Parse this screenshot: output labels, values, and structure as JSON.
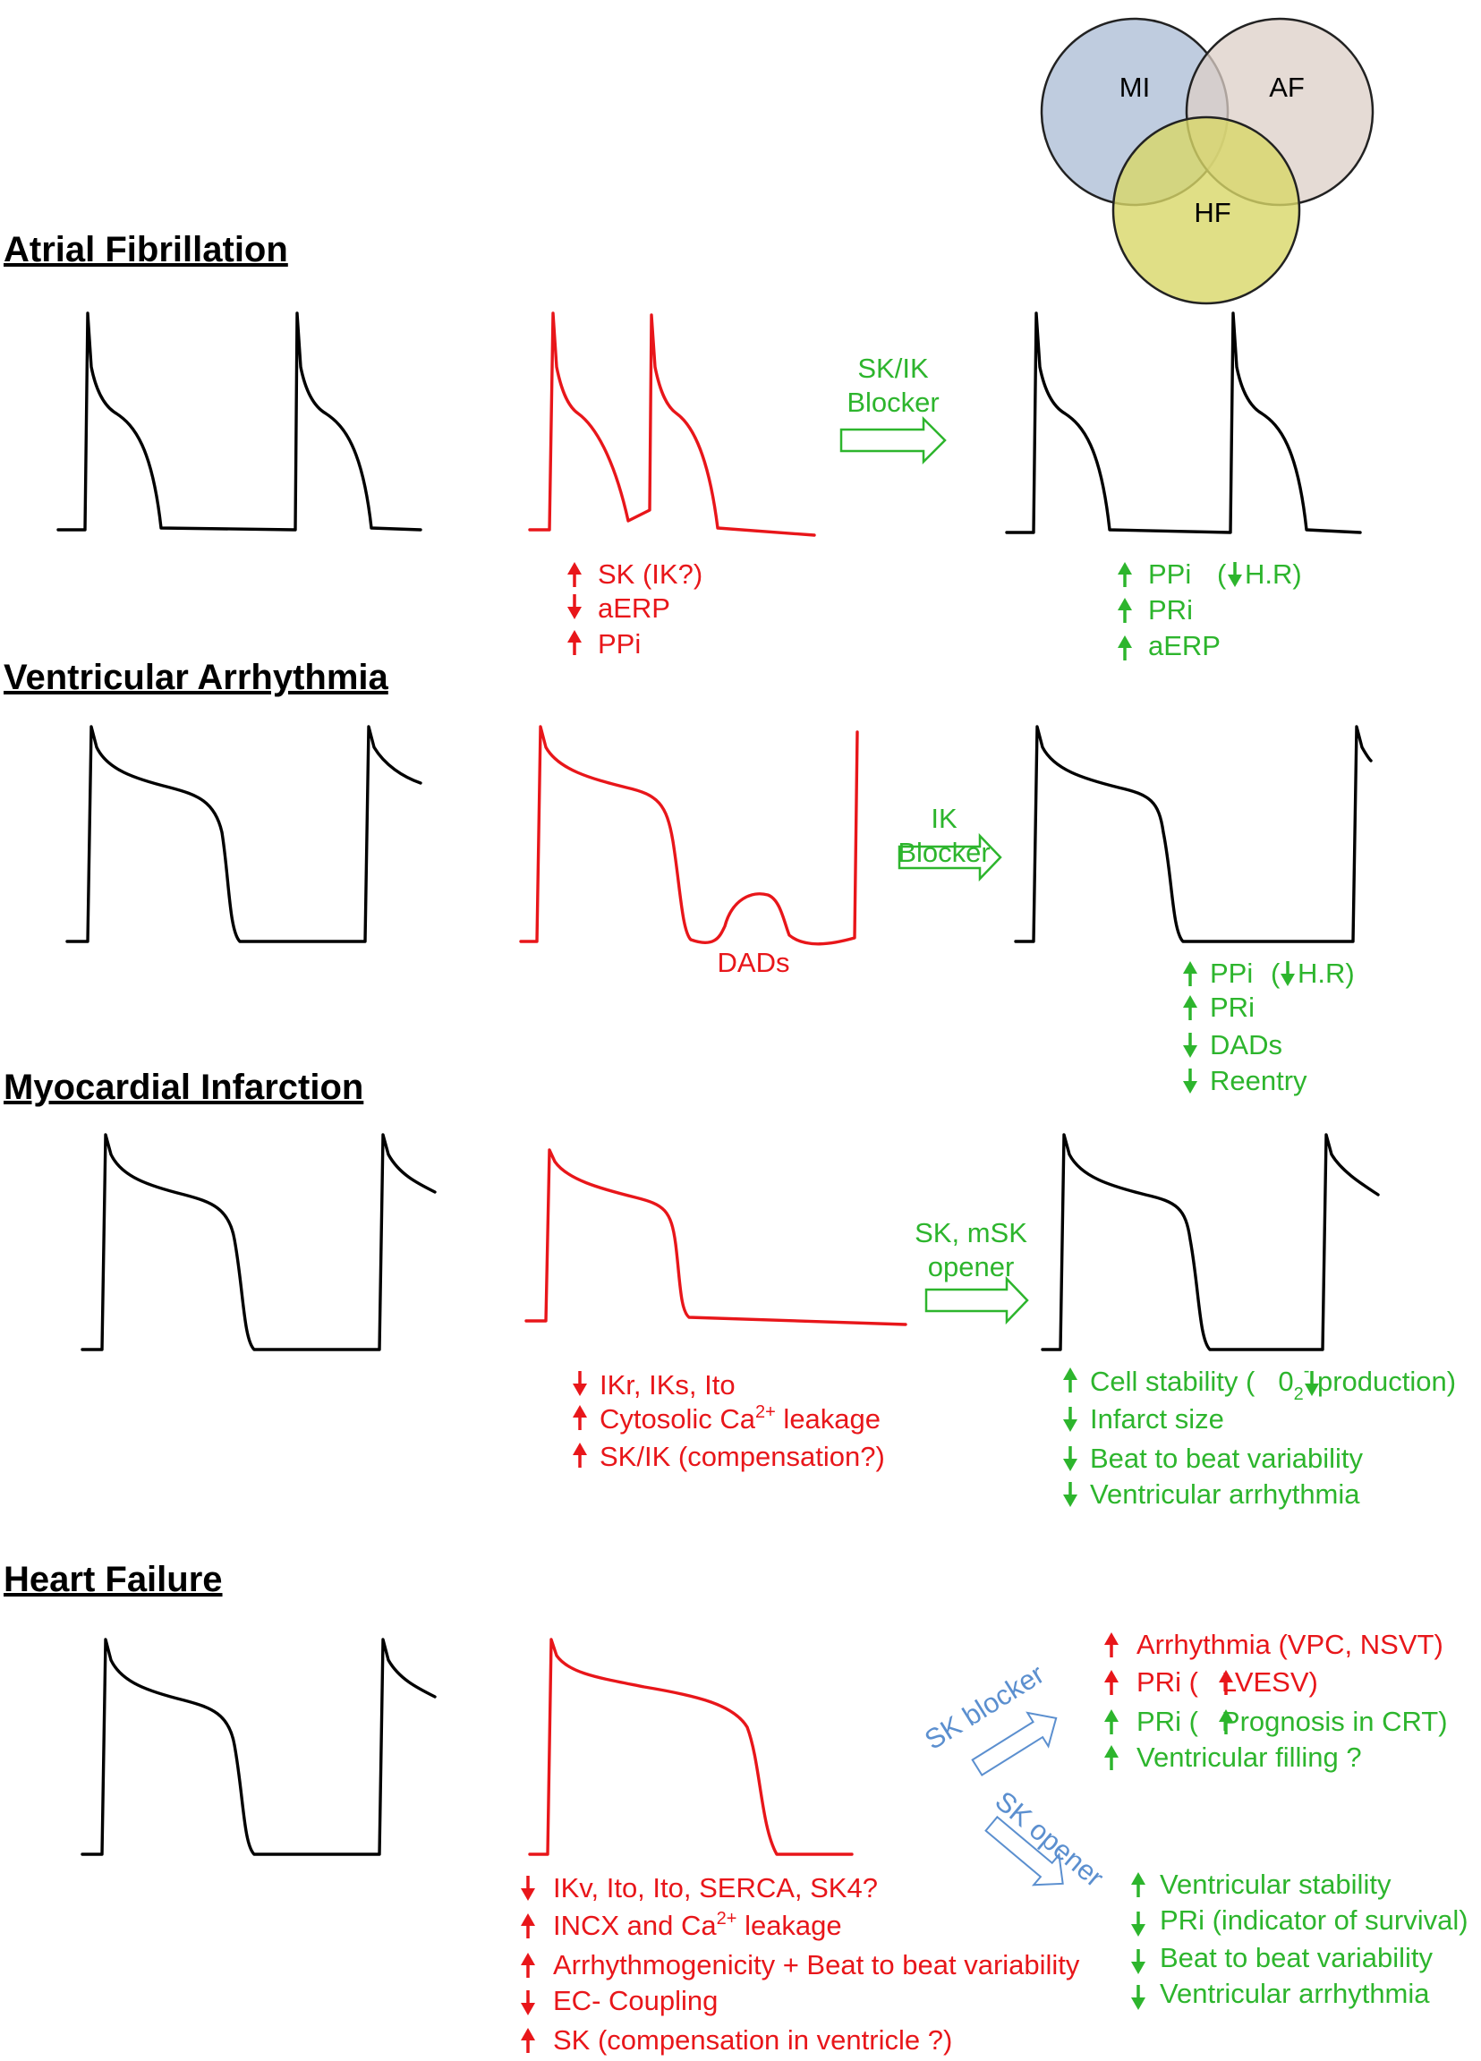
{
  "venn": {
    "mi": "MI",
    "af": "AF",
    "hf": "HF"
  },
  "sections": {
    "af": {
      "title": "Atrial Fibrillation",
      "intervention": [
        "SK/IK",
        "Blocker"
      ],
      "changes": [
        "SK (IK?)",
        "aERP",
        "PPi"
      ],
      "effects": [
        "PPi",
        "(",
        "H.R)",
        "PRi",
        "aERP"
      ]
    },
    "va": {
      "title": "Ventricular Arrhythmia",
      "dads": "DADs",
      "intervention": [
        "IK",
        "Blocker"
      ],
      "effects": [
        "PPi",
        "(",
        "H.R)",
        "PRi",
        "DADs",
        "Reentry"
      ]
    },
    "mi": {
      "title": "Myocardial Infarction",
      "intervention": [
        "SK, mSK",
        "opener"
      ],
      "changes": [
        "IKr, IKs, Ito",
        "Cytosolic Ca",
        "2+",
        " leakage",
        "SK/IK (compensation?)"
      ],
      "effects": [
        "Cell stability (",
        "0",
        "2",
        "-",
        " production)",
        "Infarct size",
        "Beat to beat variability",
        "Ventricular arrhythmia"
      ]
    },
    "hf": {
      "title": "Heart Failure",
      "blocker": "SK blocker",
      "opener": "SK opener",
      "blocker_effects": [
        "Arrhythmia (VPC, NSVT)",
        "PRi (",
        "LVESV)",
        "PRi (",
        "Prognosis in CRT)",
        "Ventricular filling ?"
      ],
      "opener_effects": [
        "Ventricular stability",
        "PRi (indicator of survival)",
        "Beat to beat variability",
        "Ventricular arrhythmia"
      ],
      "changes": [
        "IKv, Ito, Ito, SERCA, SK4?",
        "INCX and Ca",
        "2+",
        " leakage",
        "Arrhythmogenicity + Beat to beat variability",
        "EC- Coupling",
        "SK (compensation in ventricle ?)"
      ]
    }
  },
  "colors": {
    "red": "#e8161a",
    "green": "#2db52d",
    "blue": "#5b8fcf",
    "mi_circle": "#b4c3d9",
    "af_circle": "#dccfc7",
    "hf_circle": "#d8d768"
  }
}
